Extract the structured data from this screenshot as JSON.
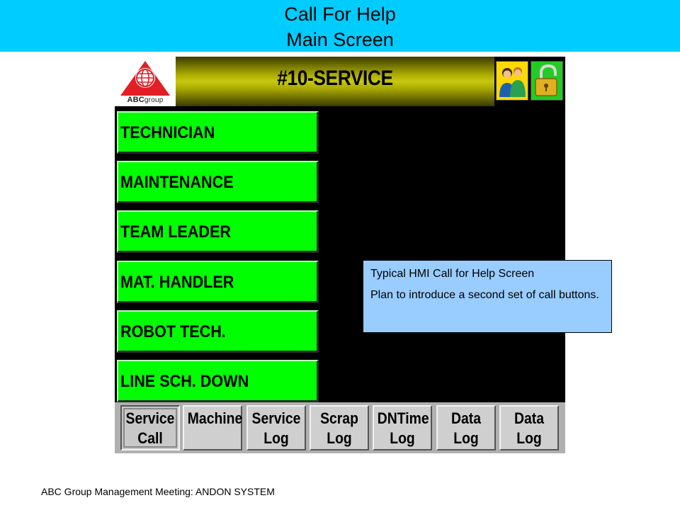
{
  "slide": {
    "title_line1": "Call For Help",
    "title_line2": "Main Screen",
    "footer": "ABC Group Management Meeting: ANDON SYSTEM",
    "header_color": "#00ccff"
  },
  "hmi": {
    "logo": {
      "name": "ABC",
      "suffix": "group",
      "icon": "abc-group-logo-icon",
      "color": "#e21f26"
    },
    "title": "#10-SERVICE",
    "header_icons": [
      {
        "name": "users-icon",
        "color": "#ffd800"
      },
      {
        "name": "padlock-icon",
        "color": "#22cc22"
      }
    ],
    "call_buttons": [
      {
        "label": "TECHNICIAN"
      },
      {
        "label": "MAINTENANCE"
      },
      {
        "label": "TEAM LEADER"
      },
      {
        "label": "MAT. HANDLER"
      },
      {
        "label": "ROBOT TECH."
      },
      {
        "label": "LINE SCH. DOWN"
      }
    ],
    "call_button_color": "#00ff00",
    "nav": [
      {
        "line1": "Service",
        "line2": "Call",
        "active": true
      },
      {
        "line1": "Machine",
        "line2": "",
        "active": false
      },
      {
        "line1": "Service",
        "line2": "Log",
        "active": false
      },
      {
        "line1": "Scrap",
        "line2": "Log",
        "active": false
      },
      {
        "line1": "DNTime",
        "line2": "Log",
        "active": false
      },
      {
        "line1": "Data",
        "line2": "Log",
        "active": false
      },
      {
        "line1": "Data",
        "line2": "Log",
        "active": false
      }
    ]
  },
  "callout": {
    "line1": "Typical HMI Call for Help Screen",
    "line2": "Plan to introduce a second set of call buttons.",
    "color": "#99ccff"
  }
}
